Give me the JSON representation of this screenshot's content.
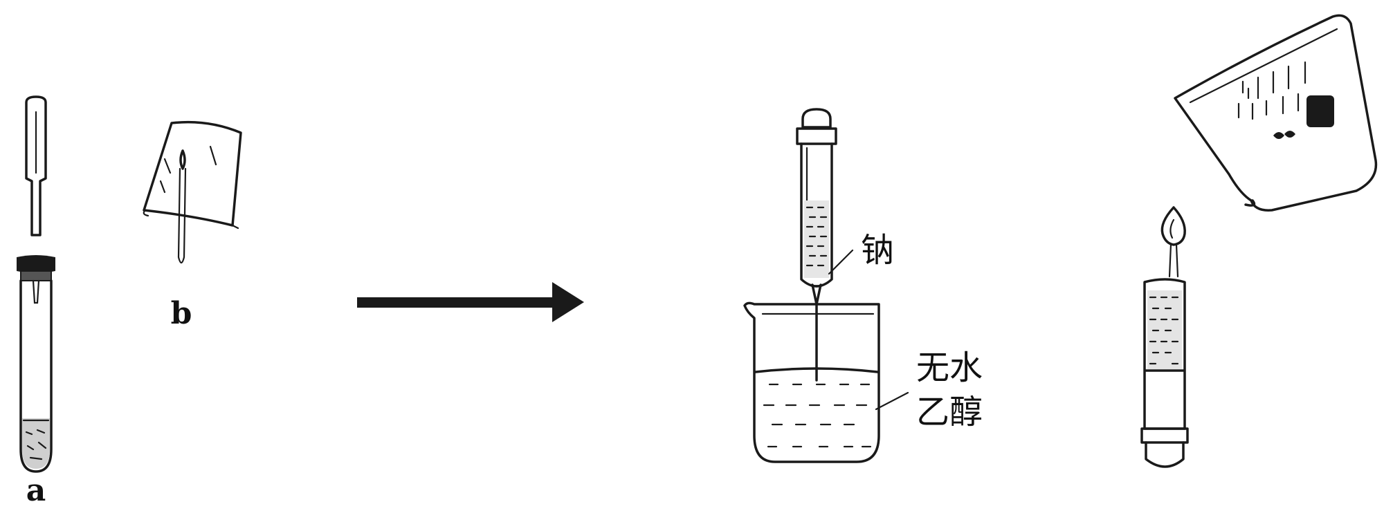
{
  "labels": {
    "a": "a",
    "b": "b",
    "sodium": "钠",
    "anhydrous": "无水",
    "ethanol": "乙醇"
  },
  "colors": {
    "ink": "#1a1a1a",
    "background": "#ffffff"
  }
}
